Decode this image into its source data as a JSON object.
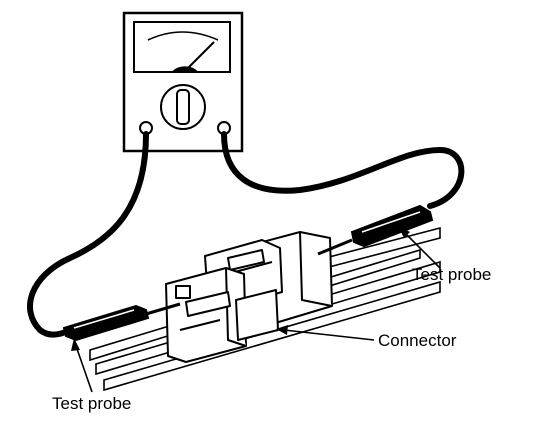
{
  "labels": {
    "test_probe_right": "Test probe",
    "connector": "Connector",
    "test_probe_left": "Test probe"
  },
  "colors": {
    "ink": "#000000",
    "paper": "#ffffff"
  },
  "icons": {
    "meter": "multimeter-icon",
    "dial": "selector-knob-icon"
  }
}
